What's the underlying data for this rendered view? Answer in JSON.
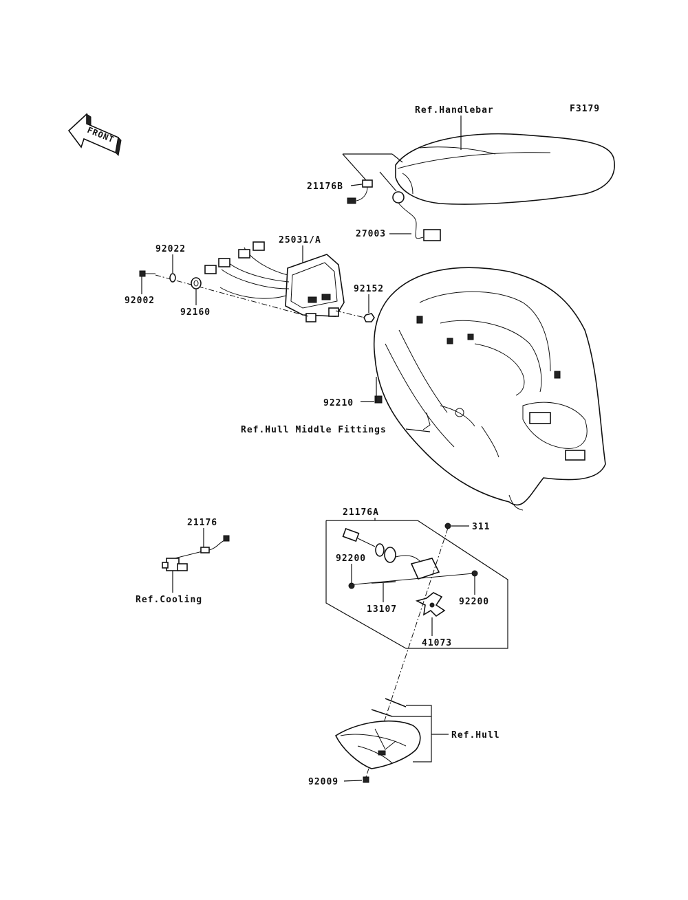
{
  "figure_code": "F3179",
  "front_arrow": "FRONT",
  "labels": {
    "ref_handlebar": "Ref.Handlebar",
    "p21176B": "21176B",
    "p27003": "27003",
    "p25031A": "25031/A",
    "p92022": "92022",
    "p92002": "92002",
    "p92160": "92160",
    "p92152": "92152",
    "p92210": "92210",
    "ref_hull_middle": "Ref.Hull Middle Fittings",
    "p21176A": "21176A",
    "p311": "311",
    "p92200_left": "92200",
    "p92200_right": "92200",
    "p13107": "13107",
    "p41073": "41073",
    "p21176": "21176",
    "ref_cooling": "Ref.Cooling",
    "ref_hull": "Ref.Hull",
    "p92009": "92009"
  }
}
